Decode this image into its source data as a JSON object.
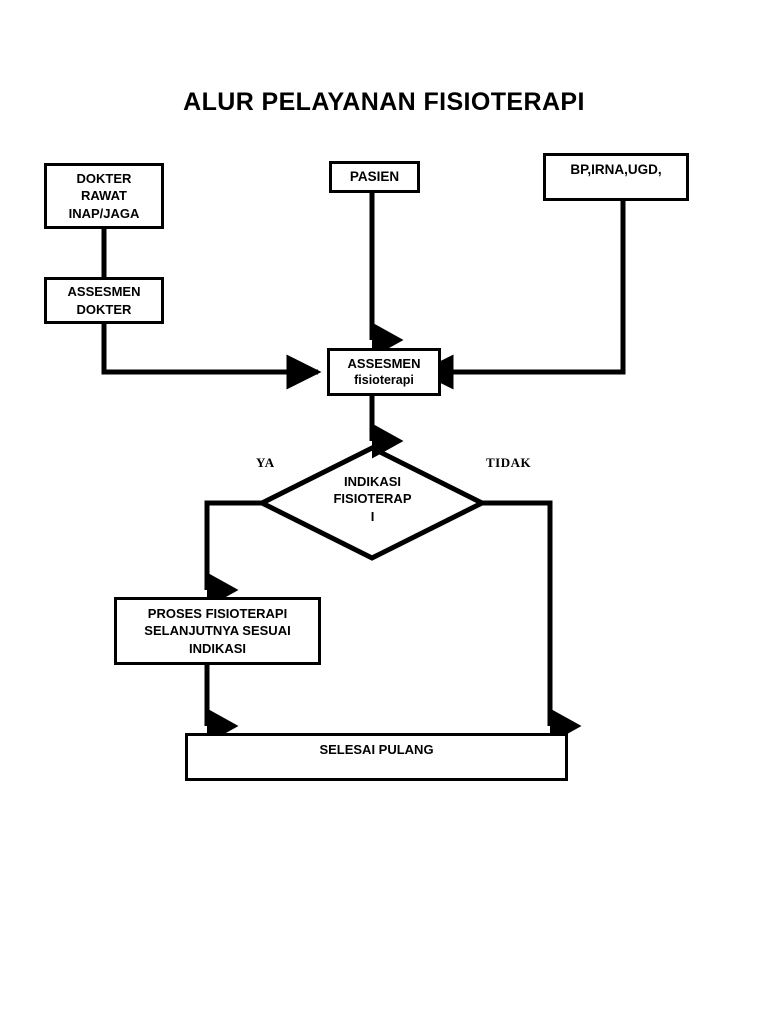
{
  "title": "ALUR PELAYANAN FISIOTERAPI",
  "chart_data": {
    "type": "diagram",
    "title": "ALUR PELAYANAN FISIOTERAPI",
    "diagram_kind": "flowchart",
    "orientation": "top-to-bottom",
    "nodes": [
      {
        "id": "dokter_rawat",
        "shape": "rectangle",
        "text": "DOKTER\nRAWAT\nINAP/JAGA"
      },
      {
        "id": "assesmen_dokter",
        "shape": "rectangle",
        "text": "ASSESMEN\nDOKTER"
      },
      {
        "id": "pasien",
        "shape": "rectangle",
        "text": "PASIEN"
      },
      {
        "id": "bp_irna_ugd",
        "shape": "rectangle",
        "text": "BP,IRNA,UGD,"
      },
      {
        "id": "assesmen_fisio",
        "shape": "rectangle",
        "text_line1": "ASSESMEN",
        "text_line2": "fisioterapi"
      },
      {
        "id": "indikasi",
        "shape": "diamond",
        "text": "INDIKASI\nFISIOTERAP\nI"
      },
      {
        "id": "proses",
        "shape": "rectangle",
        "text": "PROSES FISIOTERAPI\nSELANJUTNYA SESUAI\nINDIKASI"
      },
      {
        "id": "selesai",
        "shape": "rectangle",
        "text": "SELESAI PULANG"
      }
    ],
    "edges": [
      {
        "from": "dokter_rawat",
        "to": "assesmen_dokter",
        "label": ""
      },
      {
        "from": "assesmen_dokter",
        "to": "assesmen_fisio",
        "label": ""
      },
      {
        "from": "pasien",
        "to": "assesmen_fisio",
        "label": ""
      },
      {
        "from": "bp_irna_ugd",
        "to": "assesmen_fisio",
        "label": ""
      },
      {
        "from": "assesmen_fisio",
        "to": "indikasi",
        "label": ""
      },
      {
        "from": "indikasi",
        "to": "proses",
        "label": "YA"
      },
      {
        "from": "indikasi",
        "to": "selesai",
        "label": "TIDAK"
      },
      {
        "from": "proses",
        "to": "selesai",
        "label": ""
      }
    ],
    "labels": {
      "yes": "YA",
      "no": "TIDAK"
    },
    "colors": {
      "stroke": "#000000",
      "fill": "#ffffff",
      "text": "#000000"
    }
  },
  "nodes": {
    "dokter_rawat": {
      "text": "DOKTER\nRAWAT\nINAP/JAGA"
    },
    "assesmen_dokter": {
      "text": "ASSESMEN\nDOKTER"
    },
    "pasien": {
      "text": "PASIEN"
    },
    "bp_irna_ugd": {
      "text": "BP,IRNA,UGD,"
    },
    "assesmen_fisio": {
      "line1": "ASSESMEN",
      "line2": "fisioterapi"
    },
    "indikasi": {
      "text": "INDIKASI\nFISIOTERAP\nI"
    },
    "proses": {
      "text": "PROSES FISIOTERAPI\nSELANJUTNYA SESUAI\nINDIKASI"
    },
    "selesai": {
      "text": "SELESAI PULANG"
    }
  },
  "edge_labels": {
    "ya": "YA",
    "tidak": "TIDAK"
  }
}
